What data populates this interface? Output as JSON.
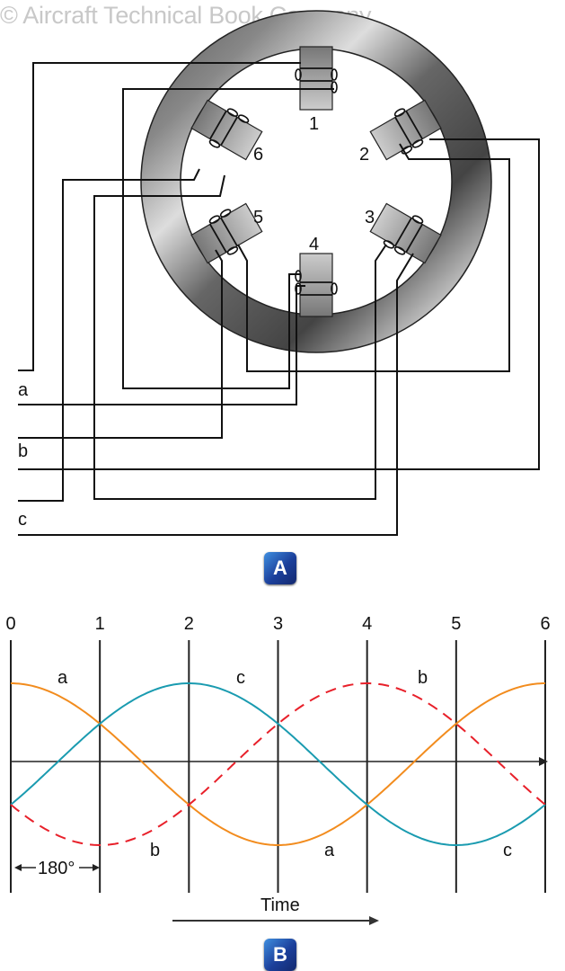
{
  "watermark": "© Aircraft Technical Book Company",
  "diagram_a": {
    "badge": "A",
    "pole_labels": [
      "1",
      "2",
      "3",
      "4",
      "5",
      "6"
    ],
    "lead_labels": [
      "a",
      "b",
      "c"
    ]
  },
  "diagram_b": {
    "badge": "B",
    "time_label": "Time",
    "span_label": "180°",
    "upper_labels": [
      "a",
      "c",
      "b"
    ],
    "lower_labels": [
      "b",
      "a",
      "c"
    ]
  },
  "chart_data": {
    "type": "line",
    "x_ticks": [
      "0",
      "1",
      "2",
      "3",
      "4",
      "5",
      "6"
    ],
    "xlim": [
      0,
      6
    ],
    "ylim": [
      -1,
      1
    ],
    "xlabel": "Time",
    "series": [
      {
        "name": "a",
        "peak_at": 0,
        "color": "#f28c1e",
        "style": "solid"
      },
      {
        "name": "c",
        "peak_at": 2,
        "color": "#1a9bb0",
        "style": "solid"
      },
      {
        "name": "b",
        "peak_at": 4,
        "color": "#e8202a",
        "style": "dashed"
      }
    ],
    "period_units": 6
  }
}
